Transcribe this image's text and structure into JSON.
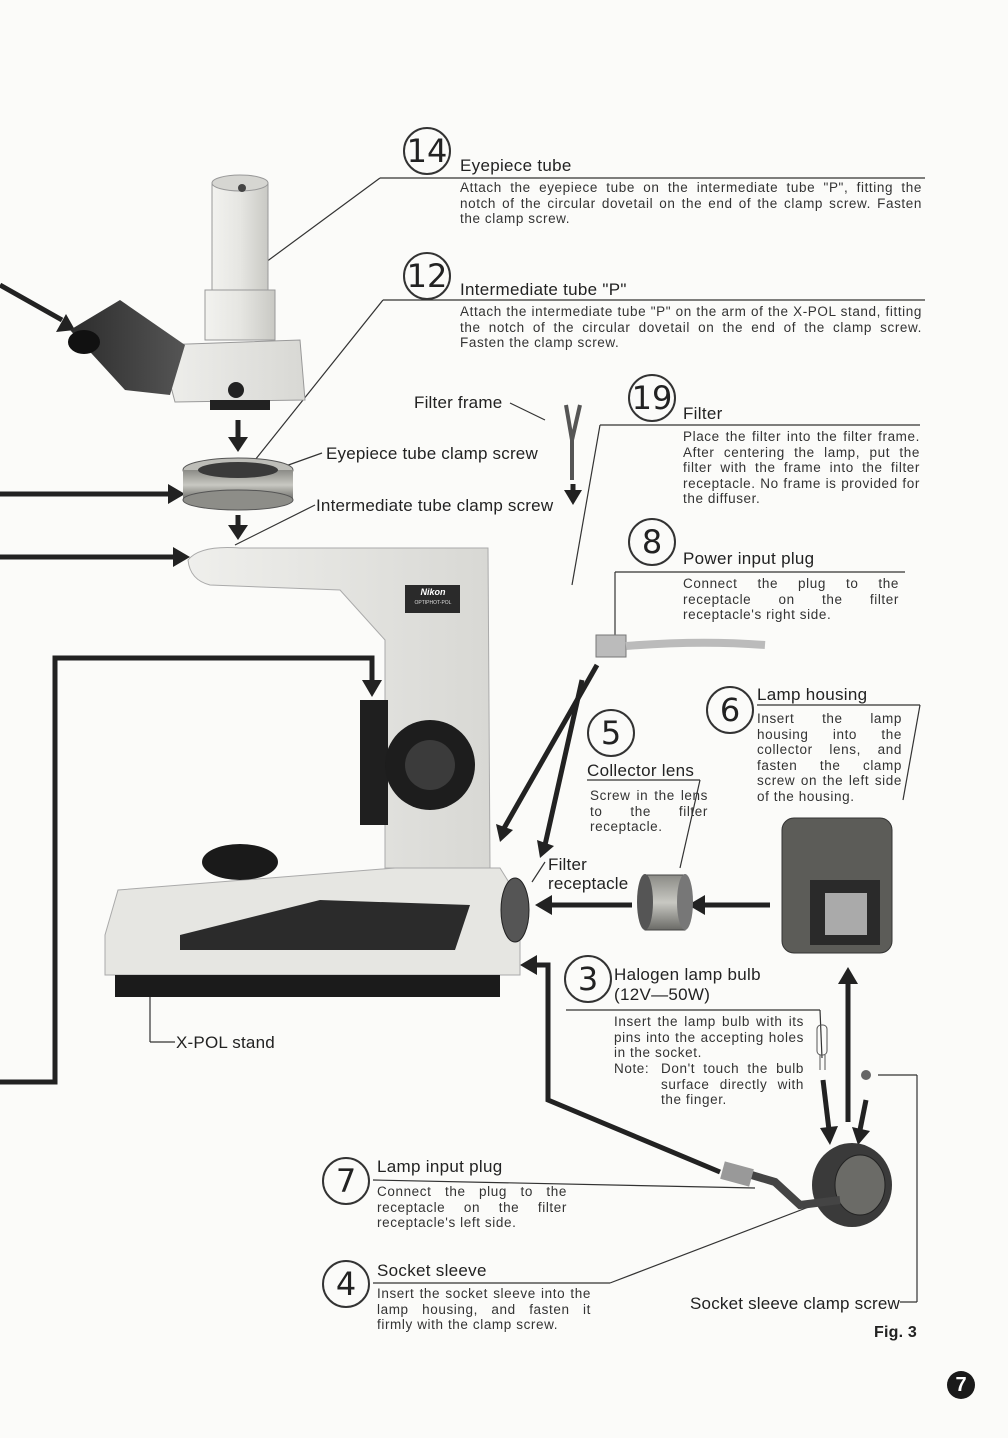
{
  "callouts": {
    "c14": {
      "number": "14",
      "title": "Eyepiece tube",
      "body": "Attach the eyepiece tube on the intermediate tube \"P\", fitting the notch of the circular dovetail on the end of the clamp screw. Fasten the clamp screw."
    },
    "c12": {
      "number": "12",
      "title": "Intermediate tube \"P\"",
      "body": "Attach the intermediate tube \"P\" on the arm of the X-POL stand, fitting the notch of the circular dovetail on the end of the clamp screw. Fasten the clamp screw."
    },
    "c19": {
      "number": "19",
      "title": "Filter",
      "body": "Place the filter into the filter frame. After centering the lamp, put the filter with the frame into the filter receptacle. No frame is provided for the diffuser."
    },
    "c8": {
      "number": "8",
      "title": "Power input plug",
      "body": "Connect the plug to the receptacle on the filter receptacle's right side."
    },
    "c6": {
      "number": "6",
      "title": "Lamp housing",
      "body": "Insert the lamp housing into the collector lens, and fasten the clamp screw on the left side of the housing."
    },
    "c5": {
      "number": "5",
      "title": "Collector lens",
      "body": "Screw in the lens to the filter receptacle."
    },
    "c3": {
      "number": "3",
      "title": "Halogen lamp bulb",
      "title2": "(12V—50W)",
      "body": "Insert the lamp bulb with its pins into the accepting holes in the socket.",
      "note_label": "Note:",
      "note": "Don't touch the bulb surface directly with the finger."
    },
    "c7": {
      "number": "7",
      "title": "Lamp input plug",
      "body": "Connect the plug to the receptacle on the filter receptacle's left side."
    },
    "c4": {
      "number": "4",
      "title": "Socket sleeve",
      "body": "Insert the socket sleeve into the lamp housing, and fasten it firmly with the clamp screw."
    }
  },
  "labels": {
    "filter_frame": "Filter frame",
    "eyepiece_clamp": "Eyepiece tube clamp screw",
    "intermediate_clamp": "Intermediate tube clamp screw",
    "filter_receptacle_1": "Filter",
    "filter_receptacle_2": "receptacle",
    "xpol_stand": "X-POL stand",
    "socket_clamp": "Socket sleeve clamp screw",
    "fig": "Fig. 3",
    "page_number": "7",
    "brand_logo": "Nikon",
    "brand_model": "OPTIPHOT-POL"
  }
}
